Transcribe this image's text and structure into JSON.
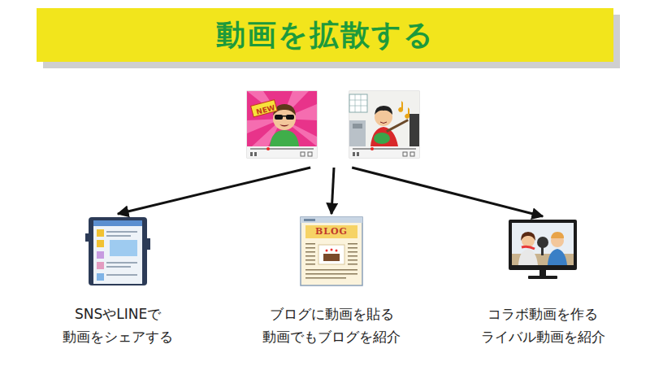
{
  "diagram": {
    "title": "動画を拡散する",
    "nodes": [
      {
        "text": [
          "NEW"
        ]
      },
      {
        "text": [
          "SNSやLINEで 動画をシェアする"
        ]
      },
      {
        "text": [
          "BLOG",
          "ブログに動画を貼る 動画でもブログを紹介"
        ]
      },
      {
        "text": [
          "コラボ動画を作る ライバル動画を紹介"
        ]
      }
    ],
    "edges": [
      {
        "from": 0,
        "to": 1,
        "arrow": "to"
      },
      {
        "from": 0,
        "to": 2,
        "arrow": "to"
      },
      {
        "from": 0,
        "to": 3,
        "arrow": "to"
      }
    ]
  }
}
